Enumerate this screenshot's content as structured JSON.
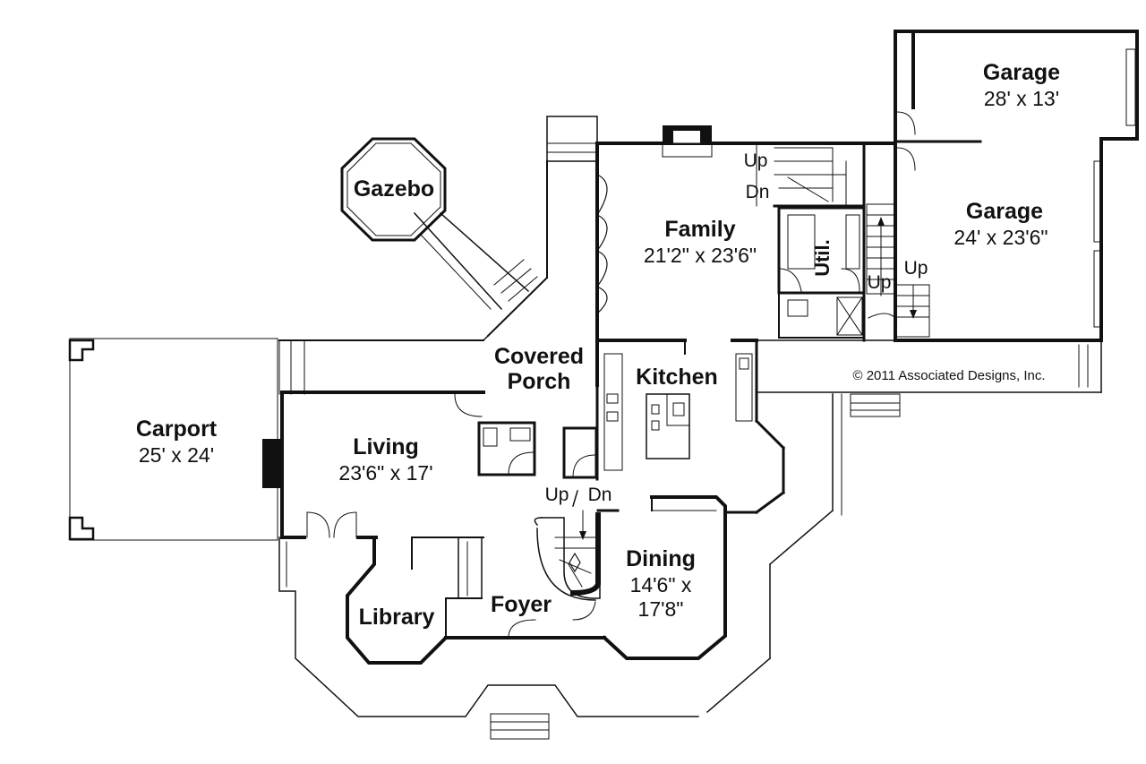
{
  "rooms": {
    "garage_top": {
      "name": "Garage",
      "dims": "28' x 13'"
    },
    "garage_main": {
      "name": "Garage",
      "dims": "24' x 23'6\""
    },
    "family": {
      "name": "Family",
      "dims": "21'2\" x 23'6\""
    },
    "gazebo": {
      "name": "Gazebo"
    },
    "util": {
      "name": "Util."
    },
    "covered_porch": {
      "name": "Covered Porch"
    },
    "kitchen": {
      "name": "Kitchen"
    },
    "carport": {
      "name": "Carport",
      "dims": "25' x 24'"
    },
    "living": {
      "name": "Living",
      "dims": "23'6\" x 17'"
    },
    "dining": {
      "name": "Dining",
      "dims_line1": "14'6\" x",
      "dims_line2": "17'8\""
    },
    "library": {
      "name": "Library"
    },
    "foyer": {
      "name": "Foyer"
    }
  },
  "stair_labels": {
    "family_up": "Up",
    "family_dn": "Dn",
    "util_up": "Up",
    "garage_up": "Up",
    "foyer_up": "Up",
    "foyer_dn": "Dn"
  },
  "copyright": "© 2011 Associated Designs, Inc."
}
